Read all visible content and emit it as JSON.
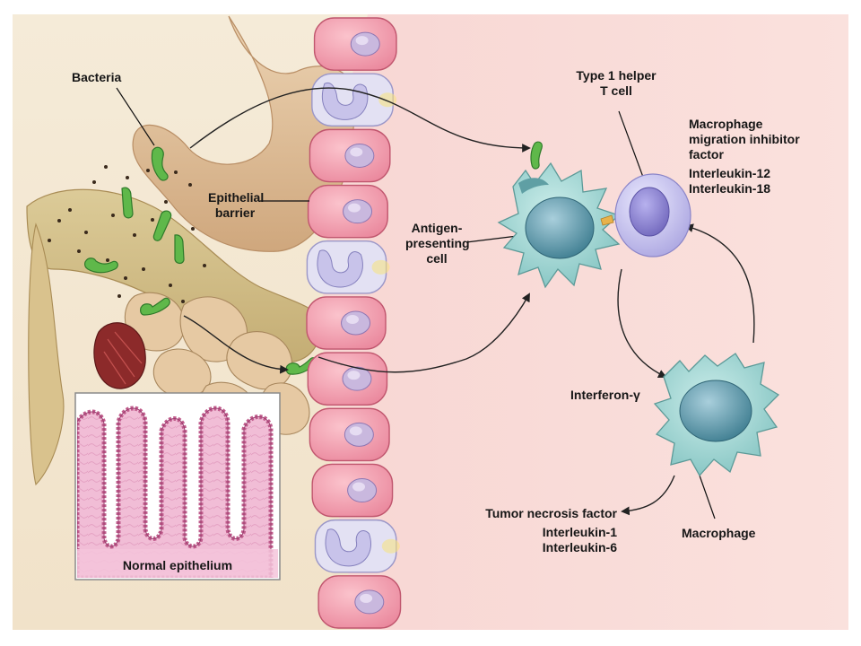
{
  "labels": {
    "bacteria": "Bacteria",
    "epithelial_barrier": [
      "Epithelial",
      "barrier"
    ],
    "antigen_presenting_cell": [
      "Antigen-",
      "presenting",
      "cell"
    ],
    "th1_cell": [
      "Type 1 helper",
      "T cell"
    ],
    "th1_factors": [
      "Macrophage",
      "migration inhibitor",
      "factor",
      "Interleukin-12",
      "Interleukin-18"
    ],
    "interferon": "Interferon-γ",
    "macrophage": "Macrophage",
    "macrophage_factors": [
      "Tumor necrosis factor",
      "Interleukin-1",
      "Interleukin-6"
    ],
    "inset_caption": "Normal epithelium"
  },
  "colors": {
    "background_right": "#f8d9d6",
    "background_left": "#f4ead4",
    "epithelial_cell": "#f09aaa",
    "epithelial_nucleus": "#c8b6dc",
    "bacteria": "#5fb84a",
    "apc": "#9fd6d2",
    "t_cell": "#c9c4ee",
    "macrophage": "#96d0d0",
    "intestine": "#e3c6a2",
    "inset_tissue": "#ecb4cf"
  }
}
